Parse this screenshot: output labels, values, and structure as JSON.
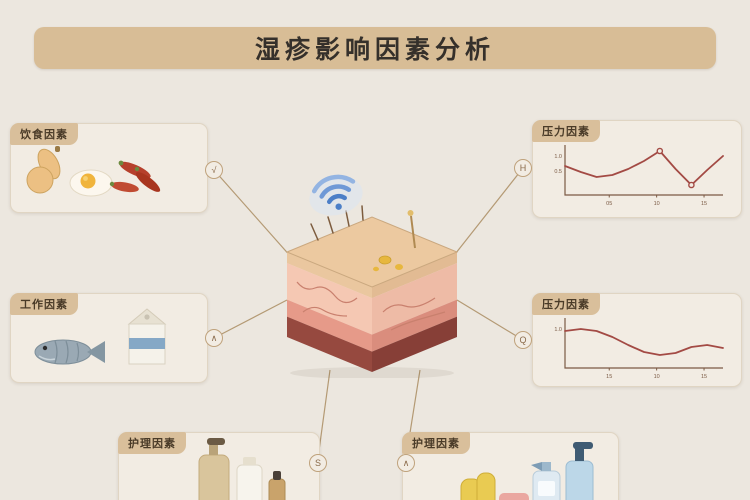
{
  "title": "湿疹影响因素分析",
  "colors": {
    "background": "#ece7df",
    "banner": "#d8bd96",
    "card": "#f2ece3",
    "badge": "#d9bf9b",
    "connector": "#b49a74",
    "chart_line": "#a34a44"
  },
  "cards": {
    "diet": {
      "label": "饮食因素",
      "icons": [
        "gourd-icon",
        "fried-egg-icon",
        "chili-icon"
      ]
    },
    "work": {
      "label": "工作因素",
      "icons": [
        "fish-icon",
        "milk-carton-icon"
      ]
    },
    "care_left": {
      "label": "护理因素",
      "icons": [
        "pump-bottle-icon",
        "lotion-bottle-icon",
        "dropper-bottle-icon"
      ]
    },
    "stress_top": {
      "label": "压力因素"
    },
    "stress_mid": {
      "label": "压力因素"
    },
    "care_right": {
      "label": "护理因素",
      "icons": [
        "rubber-gloves-icon",
        "sponge-icon",
        "spray-bottle-icon",
        "blue-pump-bottle-icon"
      ]
    }
  },
  "center": {
    "illustration": "skin-cross-section",
    "signal": "wifi-icon"
  },
  "nodes": [
    {
      "glyph": "√"
    },
    {
      "glyph": "∧"
    },
    {
      "glyph": "S"
    },
    {
      "glyph": "H"
    },
    {
      "glyph": "Q"
    },
    {
      "glyph": "∧"
    }
  ],
  "chart_data": [
    {
      "type": "line",
      "title": "压力因素",
      "x_ticks": [
        "05",
        "10",
        "15"
      ],
      "y_ticks": [
        "1.0",
        "0.5"
      ],
      "values": [
        0.58,
        0.46,
        0.36,
        0.4,
        0.52,
        0.68,
        0.88,
        0.52,
        0.2,
        0.5,
        0.78
      ],
      "markers": [
        6,
        8
      ],
      "line_color": "#a34a44",
      "ylim": [
        0,
        1
      ],
      "grid": false,
      "legend": "none"
    },
    {
      "type": "line",
      "title": "压力因素",
      "x_ticks": [
        "15",
        "10",
        "15"
      ],
      "y_ticks": [
        "1.0"
      ],
      "values": [
        0.74,
        0.78,
        0.74,
        0.62,
        0.46,
        0.32,
        0.26,
        0.3,
        0.42,
        0.46,
        0.4
      ],
      "markers": [],
      "line_color": "#a34a44",
      "ylim": [
        0,
        1
      ],
      "grid": false,
      "legend": "none"
    }
  ]
}
